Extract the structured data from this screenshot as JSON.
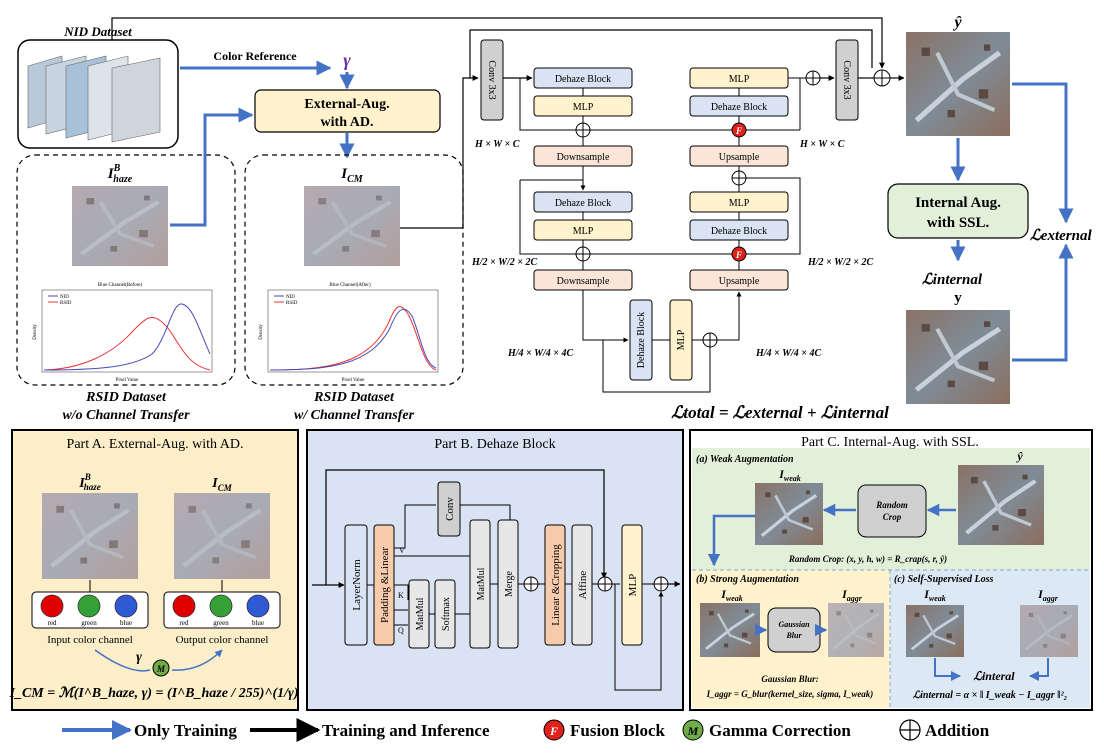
{
  "top": {
    "nid_dataset": "NID Dataset",
    "color_reference": "Color Reference",
    "gamma": "γ",
    "external_aug_line1": "External-Aug.",
    "external_aug_line2": "with AD.",
    "i_haze": "I",
    "i_haze_sup": "B",
    "i_haze_sub": "haze",
    "i_cm": "I",
    "i_cm_sub": "CM",
    "rsid_wo_line1": "RSID Dataset",
    "rsid_wo_line2": "w/o Channel Transfer",
    "rsid_w_line1": "RSID Dataset",
    "rsid_w_line2": "w/ Channel Transfer",
    "plot_before": {
      "title": "Blue Channel(Before)",
      "xlabel": "Pixel Value",
      "ylabel": "Density",
      "legend": [
        "NID",
        "RSID"
      ]
    },
    "plot_after": {
      "title": "Blue Channel(After)",
      "xlabel": "Pixel Value",
      "ylabel": "Density",
      "legend": [
        "NID",
        "RSID"
      ]
    }
  },
  "network": {
    "conv_left": "Conv 3x3",
    "conv_right": "Conv 3x3",
    "dehaze_block": "Dehaze Block",
    "mlp": "MLP",
    "downsample": "Downsample",
    "upsample": "Upsample",
    "dim1_left": "H × W × C",
    "dim1_right": "H × W × C",
    "dim2_left": "H/2 × W/2 × 2C",
    "dim2_right": "H/2 × W/2 × 2C",
    "dim3_left": "H/4 × W/4 × 4C",
    "dim3_right": "H/4 × W/4 × 4C",
    "fusion_letter": "F"
  },
  "right": {
    "y_hat": "ŷ",
    "y": "y",
    "internal_aug_line1": "Internal Aug.",
    "internal_aug_line2": "with SSL.",
    "l_internal": "ℒinternal",
    "l_external": "ℒexternal",
    "l_total": "ℒtotal = ℒexternal + ℒinternal"
  },
  "partA": {
    "title": "Part A. External-Aug. with AD.",
    "i_haze": "I",
    "i_haze_sup": "B",
    "i_haze_sub": "haze",
    "i_cm": "I",
    "i_cm_sub": "CM",
    "channels": [
      "red",
      "green",
      "blue"
    ],
    "input_label": "Input color channel",
    "output_label": "Output color channel",
    "gamma": "γ",
    "m_letter": "M",
    "formula": "I_CM = ℳ(I^B_haze, γ) = (I^B_haze / 255)^(1/γ)"
  },
  "partB": {
    "title": "Part B. Dehaze Block",
    "layernorm": "LayerNorm",
    "padding_linear": "Padding &Linear",
    "conv": "Conv",
    "matmul": "MatMul",
    "softmax": "Softmax",
    "matmul2": "MatMul",
    "merge": "Merge",
    "linear_cropping": "Linear &Cropping",
    "affine": "Affine",
    "mlp": "MLP",
    "v": "V",
    "k": "K",
    "q": "Q"
  },
  "partC": {
    "title": "Part C. Internal-Aug. with SSL.",
    "weak_aug": "(a) Weak Augmentation",
    "strong_aug": "(b) Strong Augmentation",
    "ssl_loss": "(c) Self-Supervised Loss",
    "y_hat": "ŷ",
    "i_weak": "I",
    "i_weak_sub": "weak",
    "i_aggr": "I",
    "i_aggr_sub": "aggr",
    "random_crop_line1": "Random",
    "random_crop_line2": "Crop",
    "gaussian_line1": "Gaussian",
    "gaussian_line2": "Blur",
    "random_crop_formula": "Random Crop: (x, y, h, w) = R_crap(s, r, ŷ)",
    "gaussian_caption": "Gaussian Blur:",
    "gaussian_formula": "I_aggr = G_blur(kernel_size, sigma, I_weak)",
    "l_interal": "ℒinteral",
    "internal_formula": "ℒinternal = α × ‖ I_weak − I_aggr ‖²₂"
  },
  "legend": {
    "only_training": "Only Training",
    "training_inference": "Training and Inference",
    "fusion_block": "Fusion Block",
    "gamma_correction": "Gamma Correction",
    "addition": "Addition",
    "fusion_letter": "F",
    "gamma_letter": "M"
  },
  "colors": {
    "blue_arrow": "#4472c4",
    "dehaze": "#dae3f3",
    "mlp": "#fff2cc",
    "sample": "#fbe5d6",
    "ext_aug": "#fff2cc",
    "internal_aug": "#e2f0d9",
    "partA_bg": "#fbeec8",
    "partB_bg": "#dae3f3",
    "partC_weak_bg": "#e2f0d9",
    "partC_strong_bg": "#fff2cc",
    "partC_loss_bg": "#dde8f5",
    "fusion_red": "#e0201b",
    "gamma_green": "#70ad47"
  }
}
